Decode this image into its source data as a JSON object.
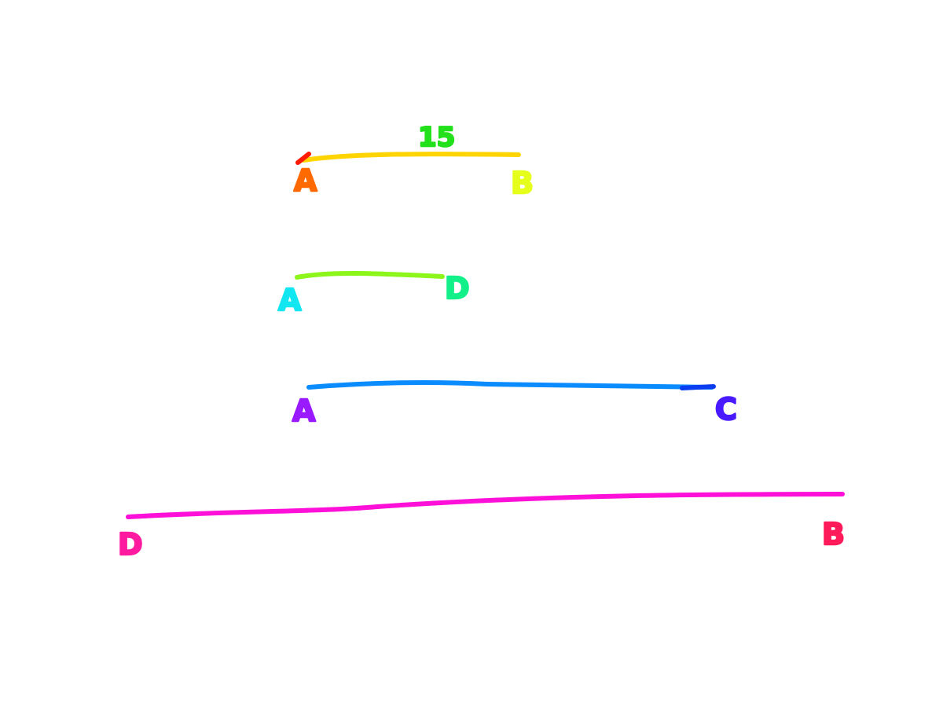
{
  "diagram": {
    "segments": [
      {
        "id": "AB",
        "start_label": "A",
        "end_label": "B",
        "length_label": "15",
        "line_color": "#ffd400",
        "start_tick_color": "#ff1a00",
        "start_label_color": "#ff6a00",
        "end_label_color": "#e6ff1a",
        "length_label_color": "#22e01a"
      },
      {
        "id": "AD",
        "start_label": "A",
        "end_label": "D",
        "line_color": "#8cf51a",
        "start_label_color": "#12e6f0",
        "end_label_color": "#12f08a"
      },
      {
        "id": "AC",
        "start_label": "A",
        "end_label": "C",
        "line_color": "#0a8cff",
        "end_tick_color": "#0a3cf0",
        "start_label_color": "#9a1aff",
        "end_label_color": "#4a1aff"
      },
      {
        "id": "DB",
        "start_label": "D",
        "end_label": "B",
        "line_color": "#ff10d8",
        "start_label_color": "#ff1aa0",
        "end_label_color": "#ff1a5a"
      }
    ]
  }
}
